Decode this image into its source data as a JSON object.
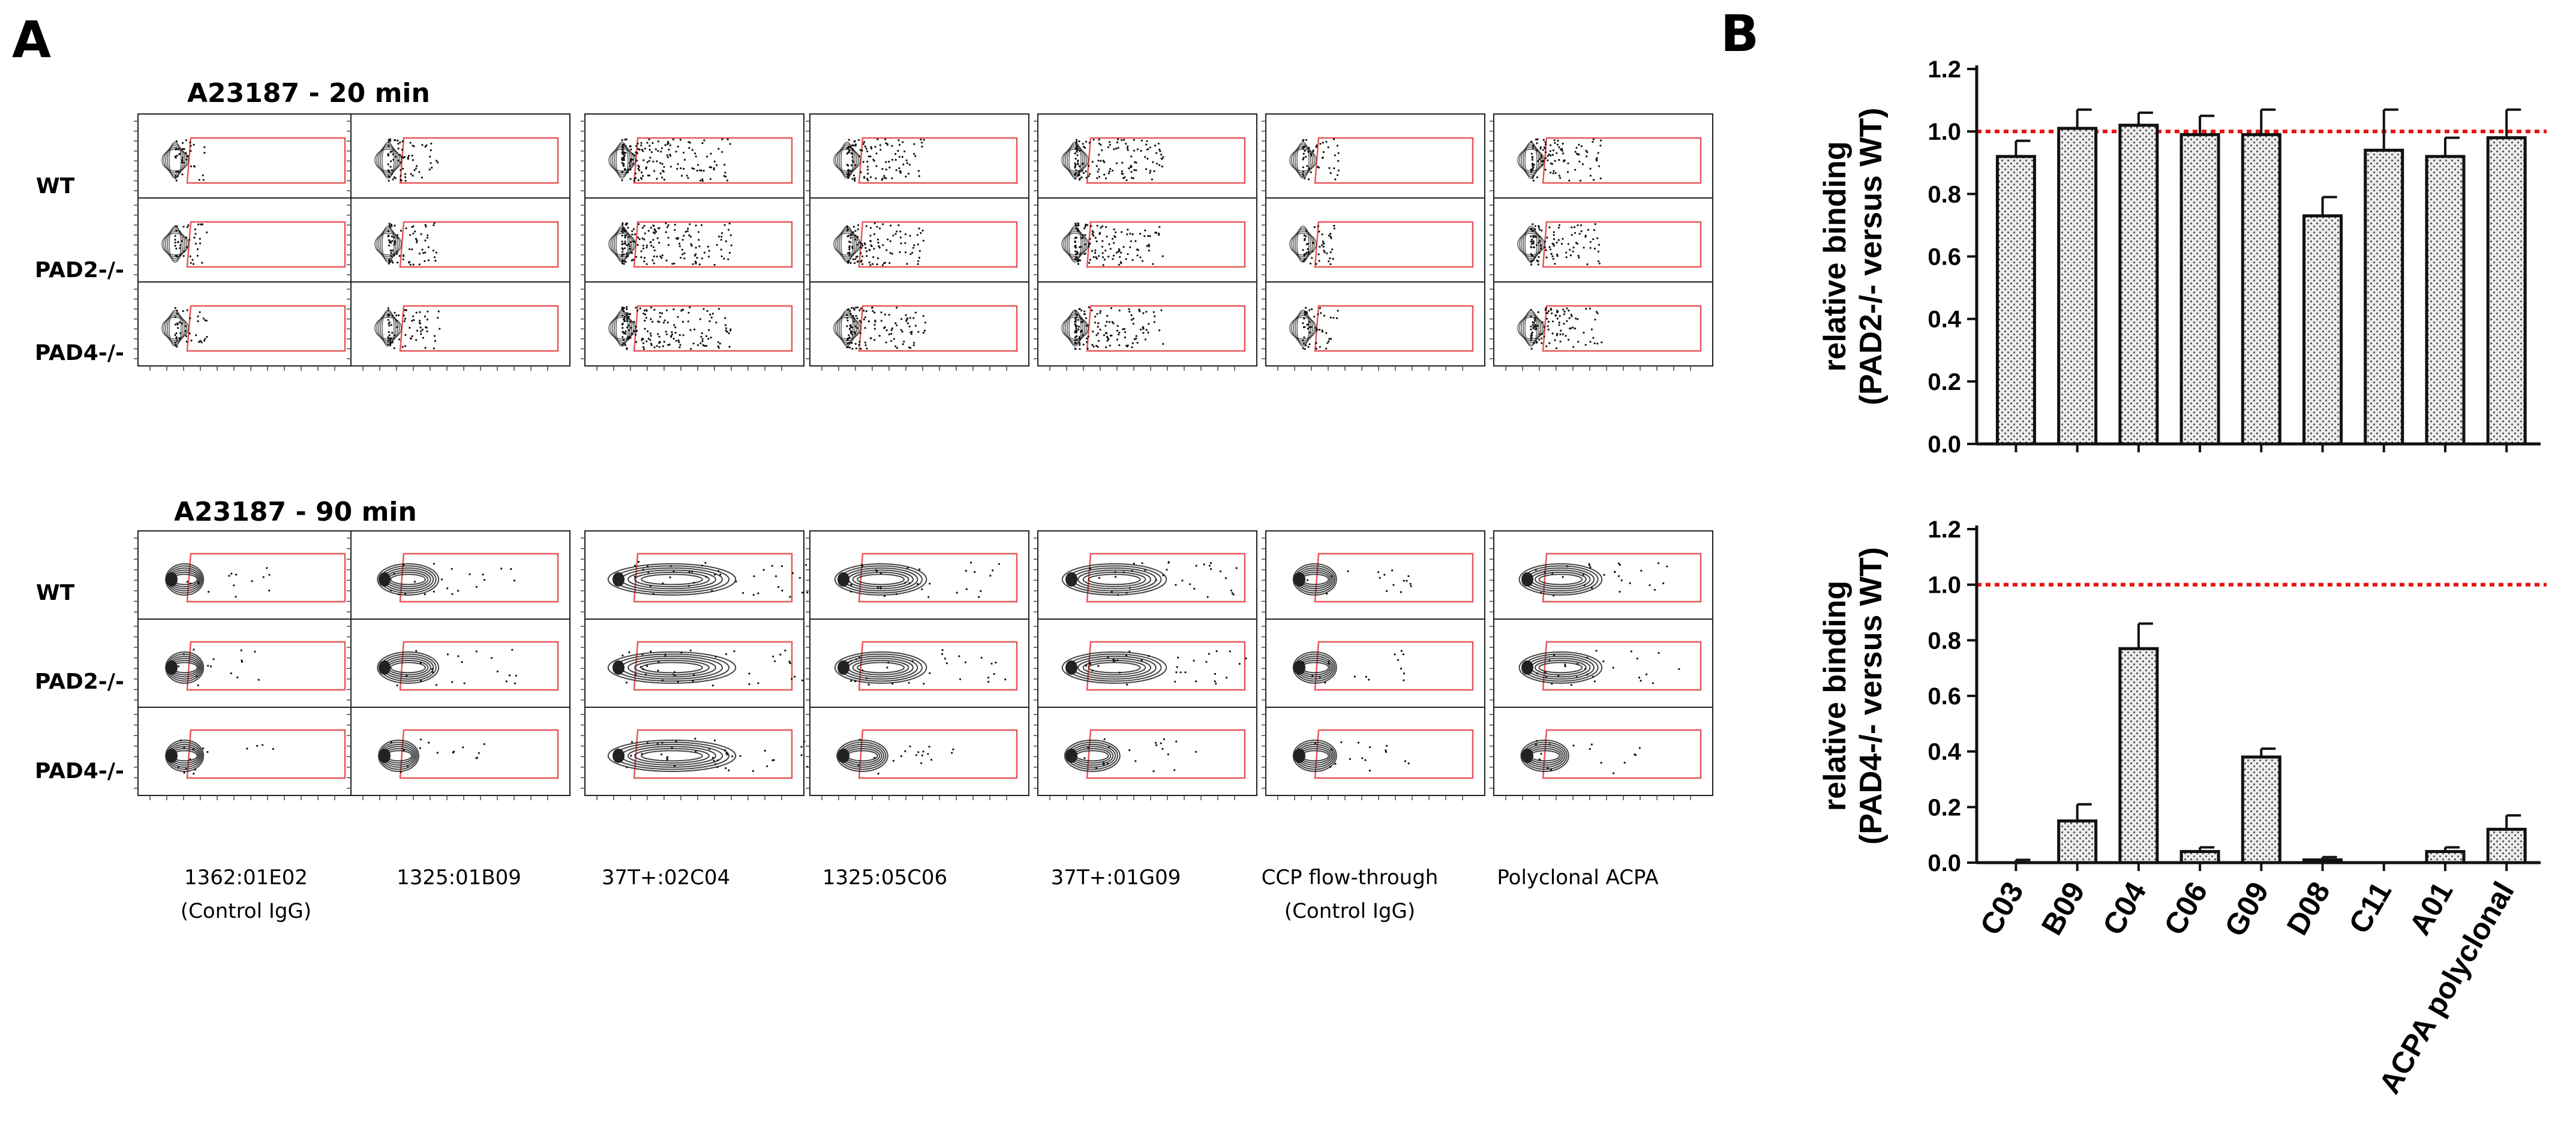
{
  "panel_a": {
    "letter": "A",
    "sections": [
      {
        "title": "A23187 -  20 min"
      },
      {
        "title": "A23187 - 90 min"
      }
    ],
    "row_labels": [
      "WT",
      "PAD2-/-",
      "PAD4-/-"
    ],
    "columns": [
      {
        "line1": "1362:01E02",
        "line2": "(Control IgG)"
      },
      {
        "line1": "1325:01B09",
        "line2": ""
      },
      {
        "line1": "37T+:02C04",
        "line2": ""
      },
      {
        "line1": "1325:05C06",
        "line2": ""
      },
      {
        "line1": "37T+:01G09",
        "line2": ""
      },
      {
        "line1": "CCP flow-through",
        "line2": "(Control IgG)"
      },
      {
        "line1": "Polyclonal ACPA",
        "line2": ""
      }
    ]
  },
  "panel_b": {
    "letter": "B"
  },
  "chart_data": [
    {
      "type": "bar",
      "categories": [
        "C03",
        "B09",
        "C04",
        "C06",
        "G09",
        "D08",
        "C11",
        "A01",
        "ACPA polyclonal"
      ],
      "values": [
        0.92,
        1.01,
        1.02,
        0.99,
        0.99,
        0.73,
        0.94,
        0.92,
        0.98
      ],
      "errors": [
        0.05,
        0.06,
        0.04,
        0.06,
        0.08,
        0.06,
        0.13,
        0.06,
        0.09
      ],
      "ylabel": [
        "relative binding",
        "(PAD2-/- versus WT)"
      ],
      "ylim": [
        0,
        1.2
      ],
      "yticks": [
        "0.0",
        "0.2",
        "0.4",
        "0.6",
        "0.8",
        "1.0",
        "1.2"
      ],
      "reference_line": 1.0,
      "reference_color": "#e8120c",
      "bar_fill": "stippled grey",
      "show_category_labels": false
    },
    {
      "type": "bar",
      "categories": [
        "C03",
        "B09",
        "C04",
        "C06",
        "G09",
        "D08",
        "C11",
        "A01",
        "ACPA polyclonal"
      ],
      "values": [
        0.0,
        0.15,
        0.77,
        0.04,
        0.38,
        0.01,
        0.0,
        0.04,
        0.12
      ],
      "errors": [
        0.01,
        0.06,
        0.09,
        0.015,
        0.03,
        0.01,
        0.0,
        0.015,
        0.05
      ],
      "ylabel": [
        "relative binding",
        "(PAD4-/- versus WT)"
      ],
      "ylim": [
        0,
        1.2
      ],
      "yticks": [
        "0.0",
        "0.2",
        "0.4",
        "0.6",
        "0.8",
        "1.0",
        "1.2"
      ],
      "reference_line": 1.0,
      "reference_color": "#e8120c",
      "bar_fill": "stippled grey",
      "show_category_labels": true
    }
  ]
}
